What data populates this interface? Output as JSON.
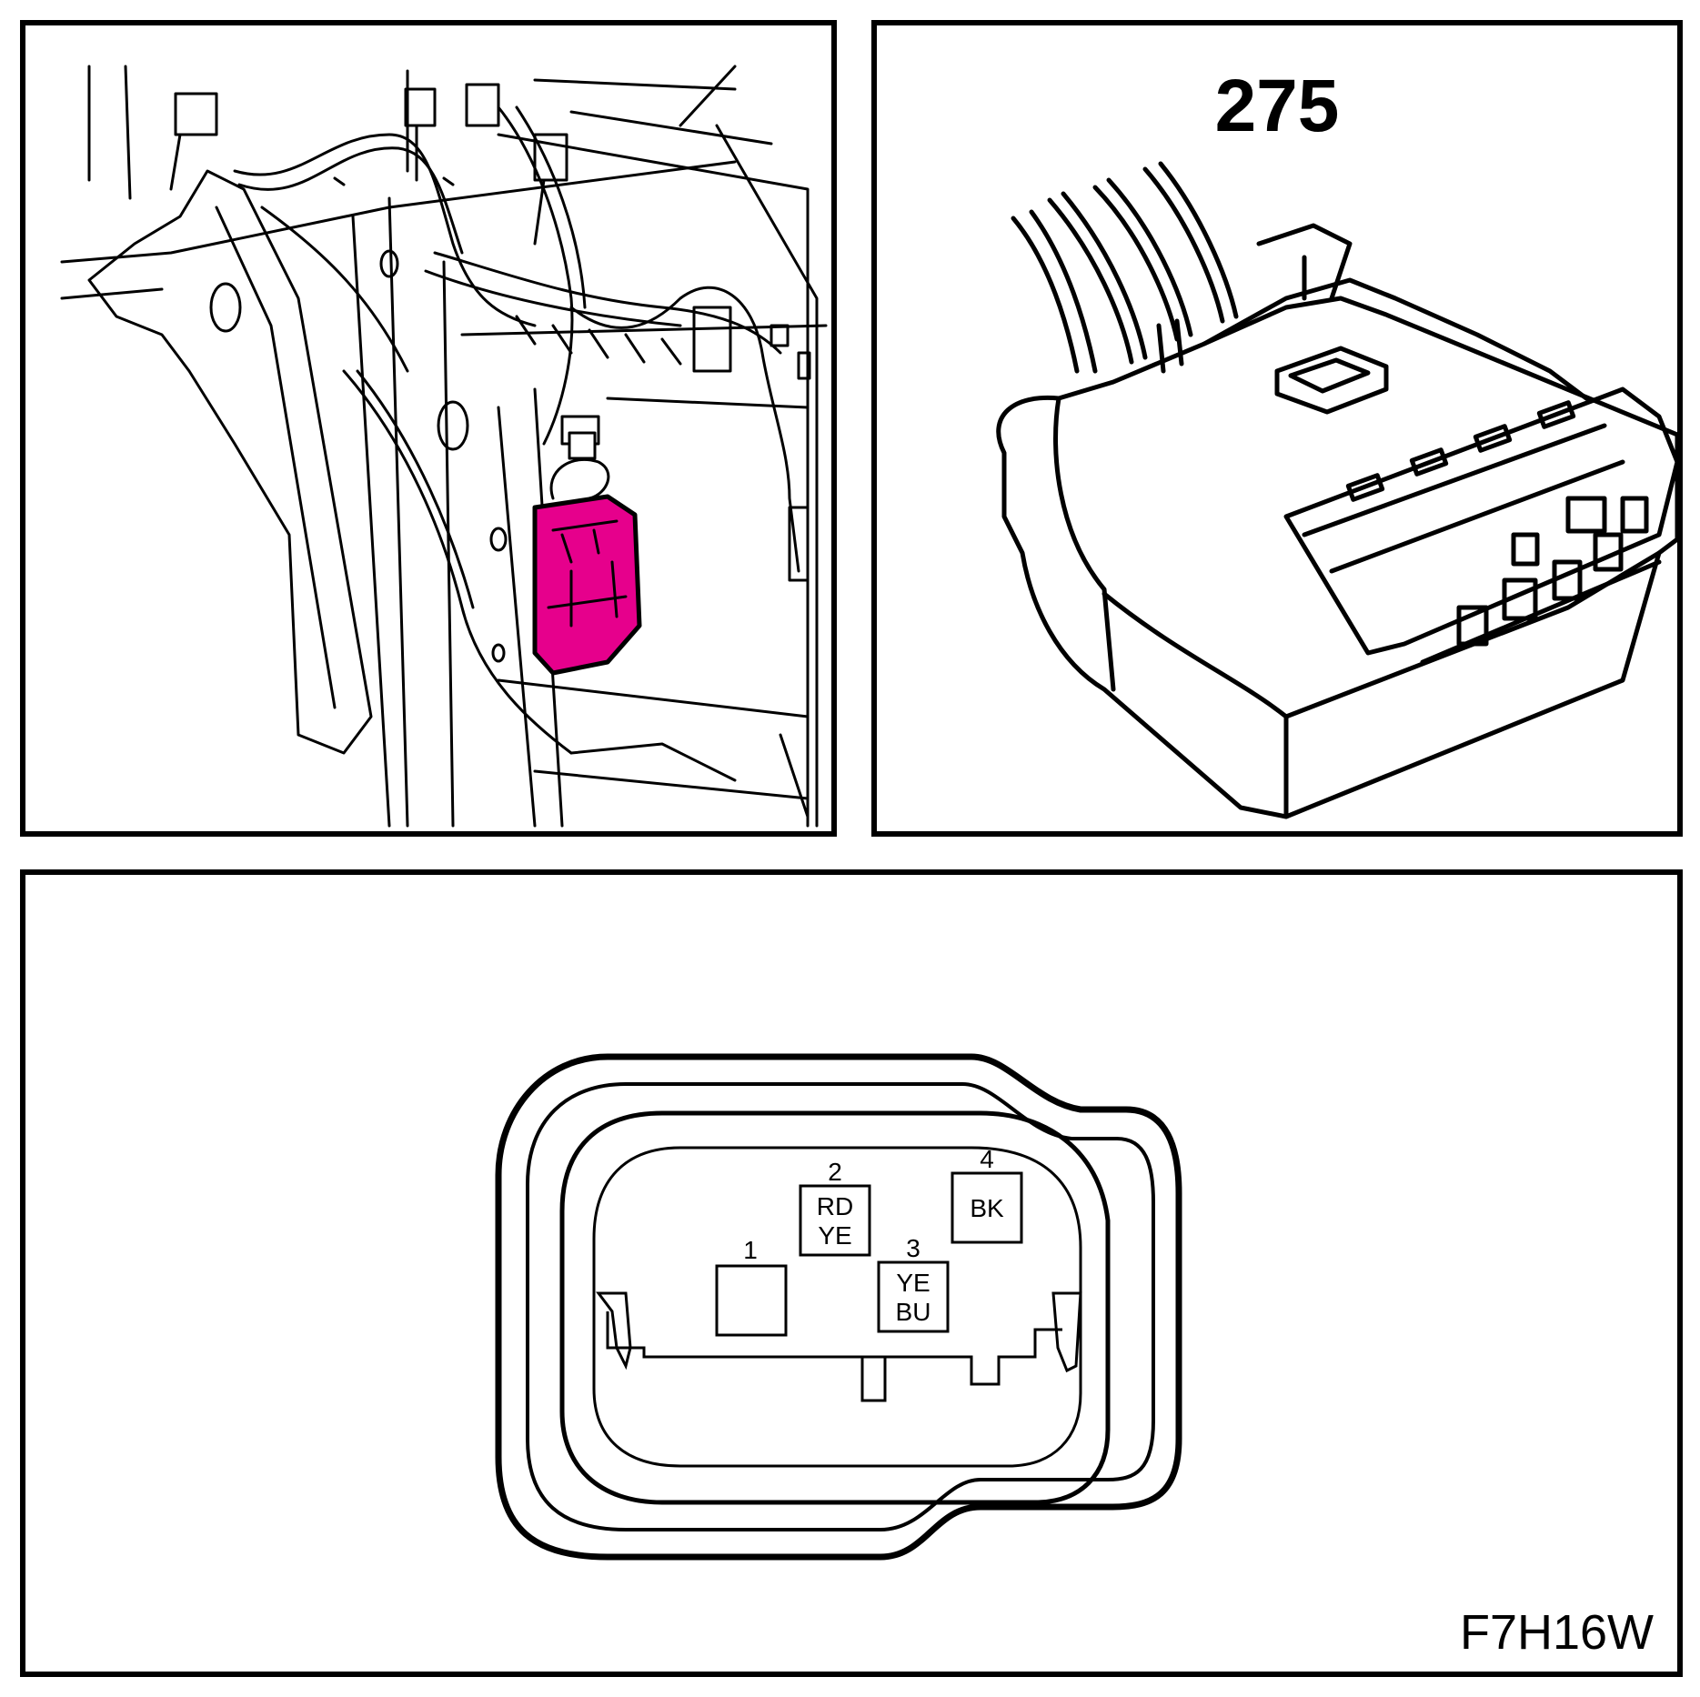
{
  "location_view": {
    "highlight_color": "#e6008c"
  },
  "connector_view": {
    "connector_number": "275"
  },
  "pin_view": {
    "pins": [
      {
        "number": "1",
        "wire_color": []
      },
      {
        "number": "2",
        "wire_color": [
          "RD",
          "YE"
        ]
      },
      {
        "number": "3",
        "wire_color": [
          "YE",
          "BU"
        ]
      },
      {
        "number": "4",
        "wire_color": [
          "BK"
        ]
      }
    ]
  },
  "figure_code": "F7H16W"
}
